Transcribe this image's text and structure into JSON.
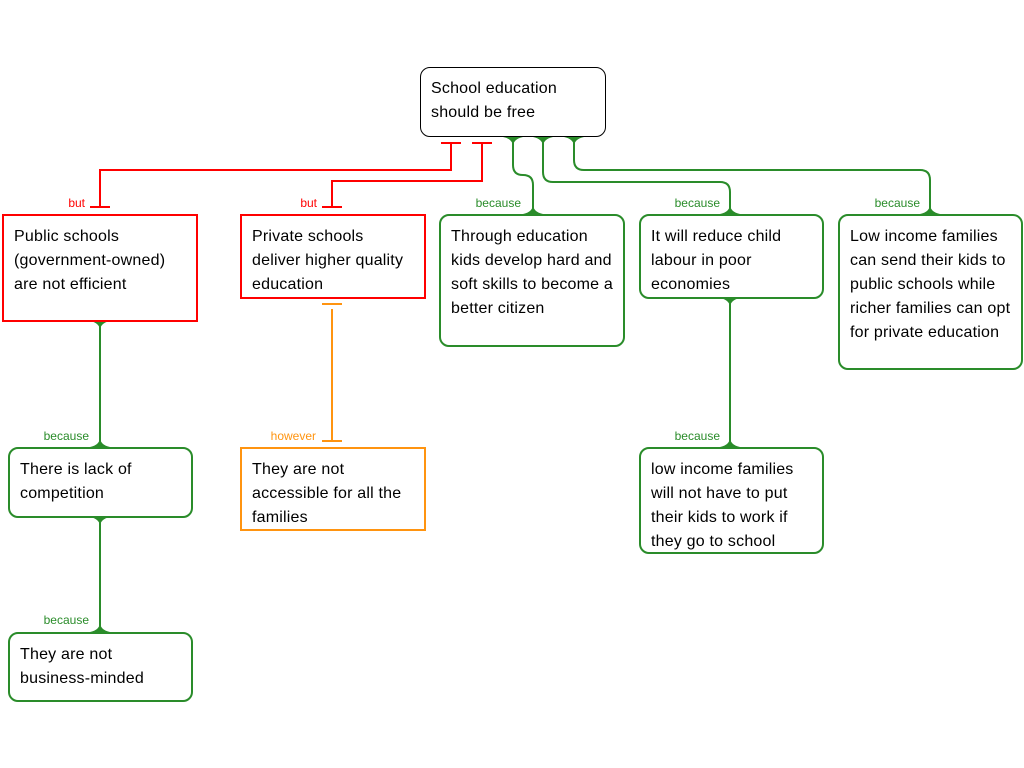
{
  "colors": {
    "support": "#2a8c2a",
    "objection": "#ff0000",
    "rebuttal": "#ff9410",
    "claim_border": "#000000"
  },
  "nodes": {
    "root": "School education should be free",
    "obj1": "Public schools (government-owned) are not efficient",
    "obj2": "Private schools deliver higher quality education",
    "reason1": "Through education kids develop hard and soft skills to become a better citizen",
    "reason2": "It will reduce child labour in poor economies",
    "reason3": "Low income families can send their kids to public schools while richer families can opt for private education",
    "obj1_reason": "There is lack of competition",
    "obj1_reason_reason": "They are not business-minded",
    "obj2_rebuttal": "They are not accessible for all the families",
    "reason2_reason": "low income families will not have to put their kids to work if they go to school"
  },
  "labels": {
    "obj1": "but",
    "obj2": "but",
    "reason1": "because",
    "reason2": "because",
    "reason3": "because",
    "obj1_reason": "because",
    "obj1_reason_reason": "because",
    "obj2_rebuttal": "however",
    "reason2_reason": "because"
  }
}
